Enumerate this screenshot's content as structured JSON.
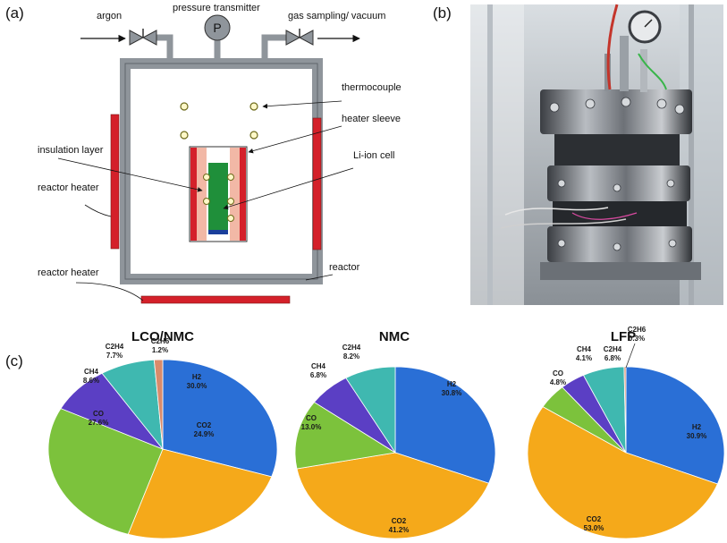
{
  "panels": {
    "a": "(a)",
    "b": "(b)",
    "c": "(c)"
  },
  "schematic": {
    "argon": "argon",
    "pressure_transmitter": "pressure transmitter",
    "gauge_letter": "P",
    "gas_sampling": "gas sampling/ vacuum",
    "thermocouple": "thermocouple",
    "heater_sleeve": "heater sleeve",
    "insulation_layer": "insulation layer",
    "li_ion_cell": "Li-ion cell",
    "reactor_heater_side": "reactor heater",
    "reactor_heater_bottom": "reactor heater",
    "reactor": "reactor"
  },
  "colors": {
    "H2": "#2a6fd6",
    "CO2": "#f5a91a",
    "CO": "#7cc23c",
    "CH4": "#5b3fc4",
    "C2H4": "#3fb8b0",
    "C2H6": "#d98b6b",
    "reactor_gray": "#9aa0a6",
    "heater_red": "#d4202a",
    "cell_green": "#1f8f3a"
  },
  "chart_data": [
    {
      "type": "pie",
      "title": "LCO/NMC",
      "slices": [
        {
          "label": "H2",
          "value": 30.0,
          "text": "30.0%"
        },
        {
          "label": "CO2",
          "value": 24.9,
          "text": "24.9%"
        },
        {
          "label": "CO",
          "value": 27.6,
          "text": "27.6%"
        },
        {
          "label": "CH4",
          "value": 8.6,
          "text": "8.6%"
        },
        {
          "label": "C2H4",
          "value": 7.7,
          "text": "7.7%"
        },
        {
          "label": "C2H6",
          "value": 1.2,
          "text": "1.2%"
        }
      ]
    },
    {
      "type": "pie",
      "title": "NMC",
      "slices": [
        {
          "label": "H2",
          "value": 30.8,
          "text": "30.8%"
        },
        {
          "label": "CO2",
          "value": 41.2,
          "text": "41.2%"
        },
        {
          "label": "CO",
          "value": 13.0,
          "text": "13.0%"
        },
        {
          "label": "CH4",
          "value": 6.8,
          "text": "6.8%"
        },
        {
          "label": "C2H4",
          "value": 8.2,
          "text": "8.2%"
        }
      ]
    },
    {
      "type": "pie",
      "title": "LFP",
      "slices": [
        {
          "label": "H2",
          "value": 30.9,
          "text": "30.9%"
        },
        {
          "label": "CO2",
          "value": 53.0,
          "text": "53.0%"
        },
        {
          "label": "CO",
          "value": 4.8,
          "text": "4.8%"
        },
        {
          "label": "CH4",
          "value": 4.1,
          "text": "4.1%"
        },
        {
          "label": "C2H4",
          "value": 6.8,
          "text": "6.8%"
        },
        {
          "label": "C2H6",
          "value": 0.3,
          "text": "0.3%"
        }
      ]
    }
  ]
}
